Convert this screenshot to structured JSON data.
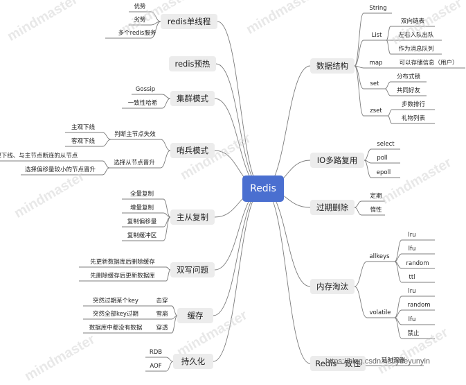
{
  "root": "Redis",
  "watermark": "mindmaster",
  "footer_text": "https://blog.csdn.net/yueyunyin",
  "left": {
    "single_thread": {
      "label": "redis单线程",
      "items": [
        "优势",
        "劣势",
        "多个redis服务"
      ]
    },
    "preheat": {
      "label": "redis预热"
    },
    "cluster": {
      "label": "集群模式",
      "items": [
        "Gossip",
        "一致性哈希"
      ]
    },
    "sentinel": {
      "label": "哨兵模式",
      "judge": {
        "label": "判断主节点失效",
        "items": [
          "主观下线",
          "客观下线"
        ]
      },
      "elect": {
        "label": "选择从节点晋升",
        "items": [
          "淘汰客观下线、与主节点断连的从节点",
          "选择偏移量较小的节点晋升"
        ]
      }
    },
    "replication": {
      "label": "主从复制",
      "items": [
        "全量复制",
        "增量复制",
        "复制偏移量",
        "复制缓冲区"
      ]
    },
    "double_write": {
      "label": "双写问题",
      "items": [
        "先更新数据库后删除缓存",
        "先删除缓存后更新数据库"
      ]
    },
    "cache": {
      "label": "缓存",
      "items": [
        {
          "desc": "突然过期某个key",
          "name": "击穿"
        },
        {
          "desc": "突然全部key过期",
          "name": "雪崩"
        },
        {
          "desc": "数据库中都没有数据",
          "name": "穿透"
        }
      ]
    },
    "persistence": {
      "label": "持久化",
      "items": [
        "RDB",
        "AOF"
      ]
    }
  },
  "right": {
    "data_structures": {
      "label": "数据结构",
      "string": "String",
      "list": {
        "label": "List",
        "items": [
          "双向链表",
          "左右入队出队",
          "作为消息队列"
        ]
      },
      "map": {
        "label": "map",
        "items": [
          "可以存储信息（用户）"
        ]
      },
      "set": {
        "label": "set",
        "items": [
          "分布式锁",
          "共同好友"
        ]
      },
      "zset": {
        "label": "zset",
        "items": [
          "步数排行",
          "礼物列表"
        ]
      }
    },
    "io": {
      "label": "IO多路复用",
      "items": [
        "select",
        "poll",
        "epoll"
      ]
    },
    "expire": {
      "label": "过期删除",
      "items": [
        "定期",
        "惰性"
      ]
    },
    "eviction": {
      "label": "内存淘汰",
      "allkeys": {
        "label": "allkeys",
        "items": [
          "lru",
          "lfu",
          "random",
          "ttl"
        ]
      },
      "volatile": {
        "label": "volatile",
        "items": [
          "lru",
          "random",
          "lfu",
          "禁止"
        ]
      }
    },
    "consistency": {
      "label": "Redis一致性",
      "items": [
        "延时双删"
      ]
    }
  }
}
